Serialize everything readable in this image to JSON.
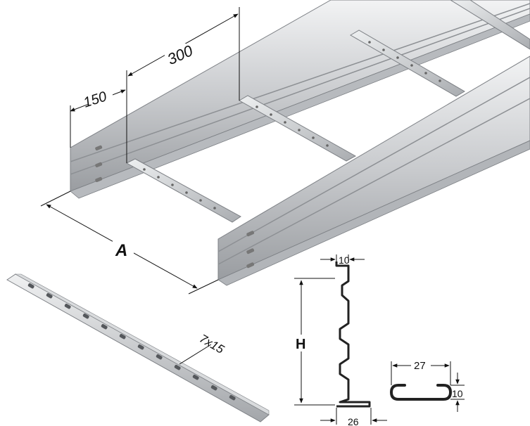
{
  "drawing": {
    "dimensions": {
      "rung_spacing_end": "150",
      "rung_spacing": "300",
      "width": "A",
      "height": "H",
      "side_flange": "10",
      "side_base": "26",
      "rung_width": "27",
      "rung_height": "10",
      "slot": "7x15"
    }
  },
  "colors": {
    "metal_light": "#e6e7e9",
    "metal_mid": "#c4c6c9",
    "metal_dark": "#8d9094",
    "line": "#111111"
  }
}
